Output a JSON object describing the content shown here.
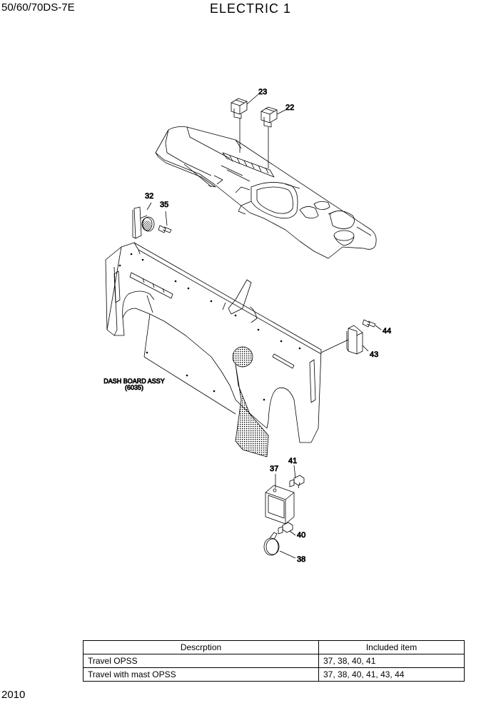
{
  "header": {
    "model": "50/60/70DS-7E",
    "title": "ELECTRIC 1"
  },
  "footer": {
    "page_number": "2010"
  },
  "diagram": {
    "callouts": [
      "23",
      "22",
      "32",
      "35",
      "44",
      "43",
      "41",
      "37",
      "40",
      "38"
    ],
    "assembly_label_line1": "DASH BOARD ASSY",
    "assembly_label_line2": "(6035)"
  },
  "table": {
    "headers": [
      "Descrption",
      "Included item"
    ],
    "rows": [
      [
        "Travel OPSS",
        "37, 38, 40, 41"
      ],
      [
        "Travel with mast OPSS",
        "37, 38, 40, 41, 43, 44"
      ]
    ]
  }
}
